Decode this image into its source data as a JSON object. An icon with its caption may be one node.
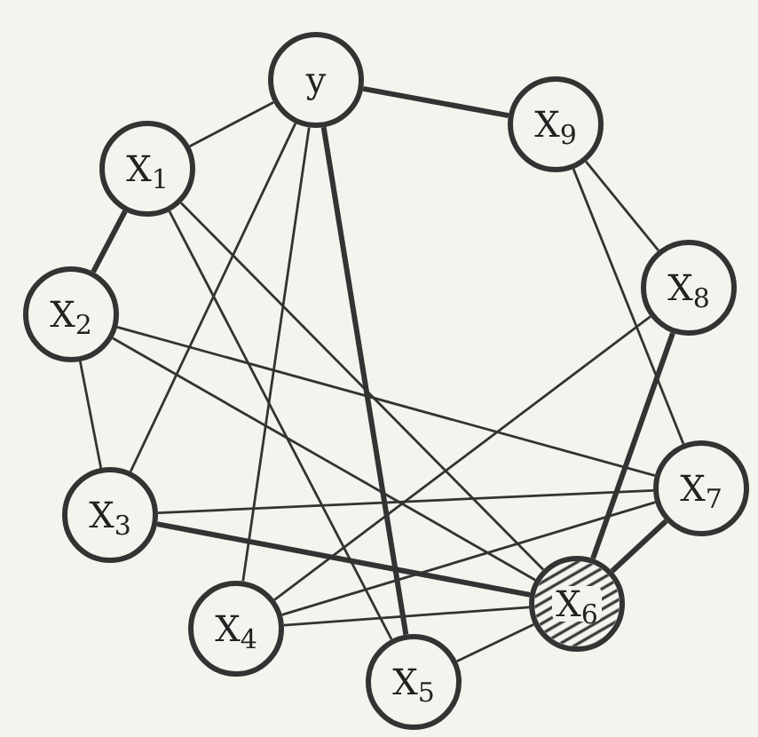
{
  "diagram": {
    "nodes": [
      {
        "text": [
          "y"
        ]
      },
      {
        "text": [
          "X$_{1}$"
        ]
      },
      {
        "text": [
          "X$_{9}$"
        ]
      },
      {
        "text": [
          "X$_{2}$"
        ]
      },
      {
        "text": [
          "X$_{8}$"
        ]
      },
      {
        "text": [
          "X$_{3}$"
        ]
      },
      {
        "text": [
          "X$_{7}$"
        ]
      },
      {
        "text": [
          "X$_{4}$"
        ]
      },
      {
        "text": [
          "X$_{6}$"
        ]
      },
      {
        "text": [
          "X$_{5}$"
        ]
      }
    ],
    "edges": [
      {
        "from": 0,
        "to": 1,
        "arrow": "none"
      },
      {
        "from": 0,
        "to": 2,
        "arrow": "none",
        "style": "thick"
      },
      {
        "from": 2,
        "to": 4,
        "arrow": "none"
      },
      {
        "from": 2,
        "to": 6,
        "arrow": "none"
      },
      {
        "from": 4,
        "to": 8,
        "arrow": "none",
        "style": "thick"
      },
      {
        "from": 4,
        "to": 7,
        "arrow": "none"
      },
      {
        "from": 6,
        "to": 8,
        "arrow": "none",
        "style": "thick"
      },
      {
        "from": 1,
        "to": 3,
        "arrow": "none",
        "style": "thick"
      },
      {
        "from": 3,
        "to": 5,
        "arrow": "none"
      },
      {
        "from": 0,
        "to": 5,
        "arrow": "none"
      },
      {
        "from": 0,
        "to": 7,
        "arrow": "none"
      },
      {
        "from": 0,
        "to": 9,
        "arrow": "none",
        "style": "thick"
      },
      {
        "from": 1,
        "to": 9,
        "arrow": "none"
      },
      {
        "from": 1,
        "to": 8,
        "arrow": "none"
      },
      {
        "from": 3,
        "to": 6,
        "arrow": "none"
      },
      {
        "from": 3,
        "to": 8,
        "arrow": "none"
      },
      {
        "from": 5,
        "to": 6,
        "arrow": "none"
      },
      {
        "from": 5,
        "to": 8,
        "arrow": "none",
        "style": "thick"
      },
      {
        "from": 7,
        "to": 6,
        "arrow": "none"
      },
      {
        "from": 7,
        "to": 8,
        "arrow": "none"
      },
      {
        "from": 9,
        "to": 8,
        "arrow": "none"
      }
    ]
  }
}
